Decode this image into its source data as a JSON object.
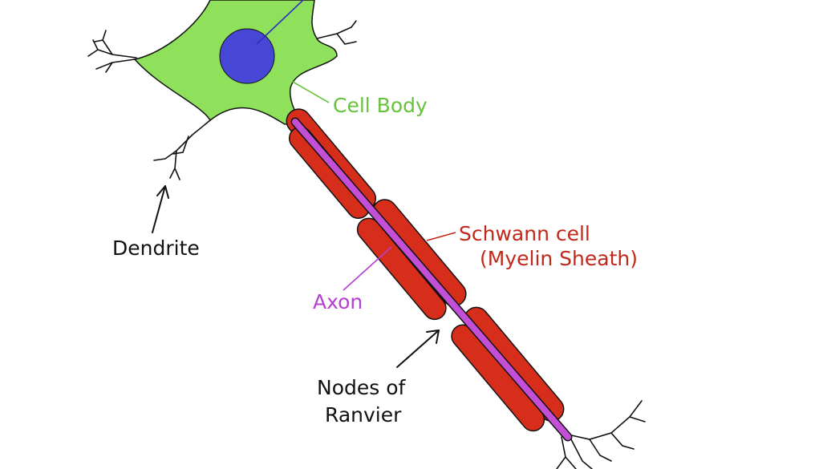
{
  "labels": {
    "cell_body": "Cell Body",
    "dendrite": "Dendrite",
    "schwann_line1": "Schwann cell",
    "schwann_line2": "(Myelin Sheath)",
    "axon": "Axon",
    "nodes_line1": "Nodes of",
    "nodes_line2": "Ranvier"
  },
  "colors": {
    "cell_body": "#8fe05a",
    "nucleus": "#4747d6",
    "axon": "#c24fd6",
    "schwann": "#d62e1a",
    "outline": "#111111",
    "cell_body_label": "#66c23c",
    "schwann_label": "#c0281a",
    "axon_label": "#b43fd0",
    "nucleus_line": "#2f2fc0",
    "black_label": "#111111"
  }
}
